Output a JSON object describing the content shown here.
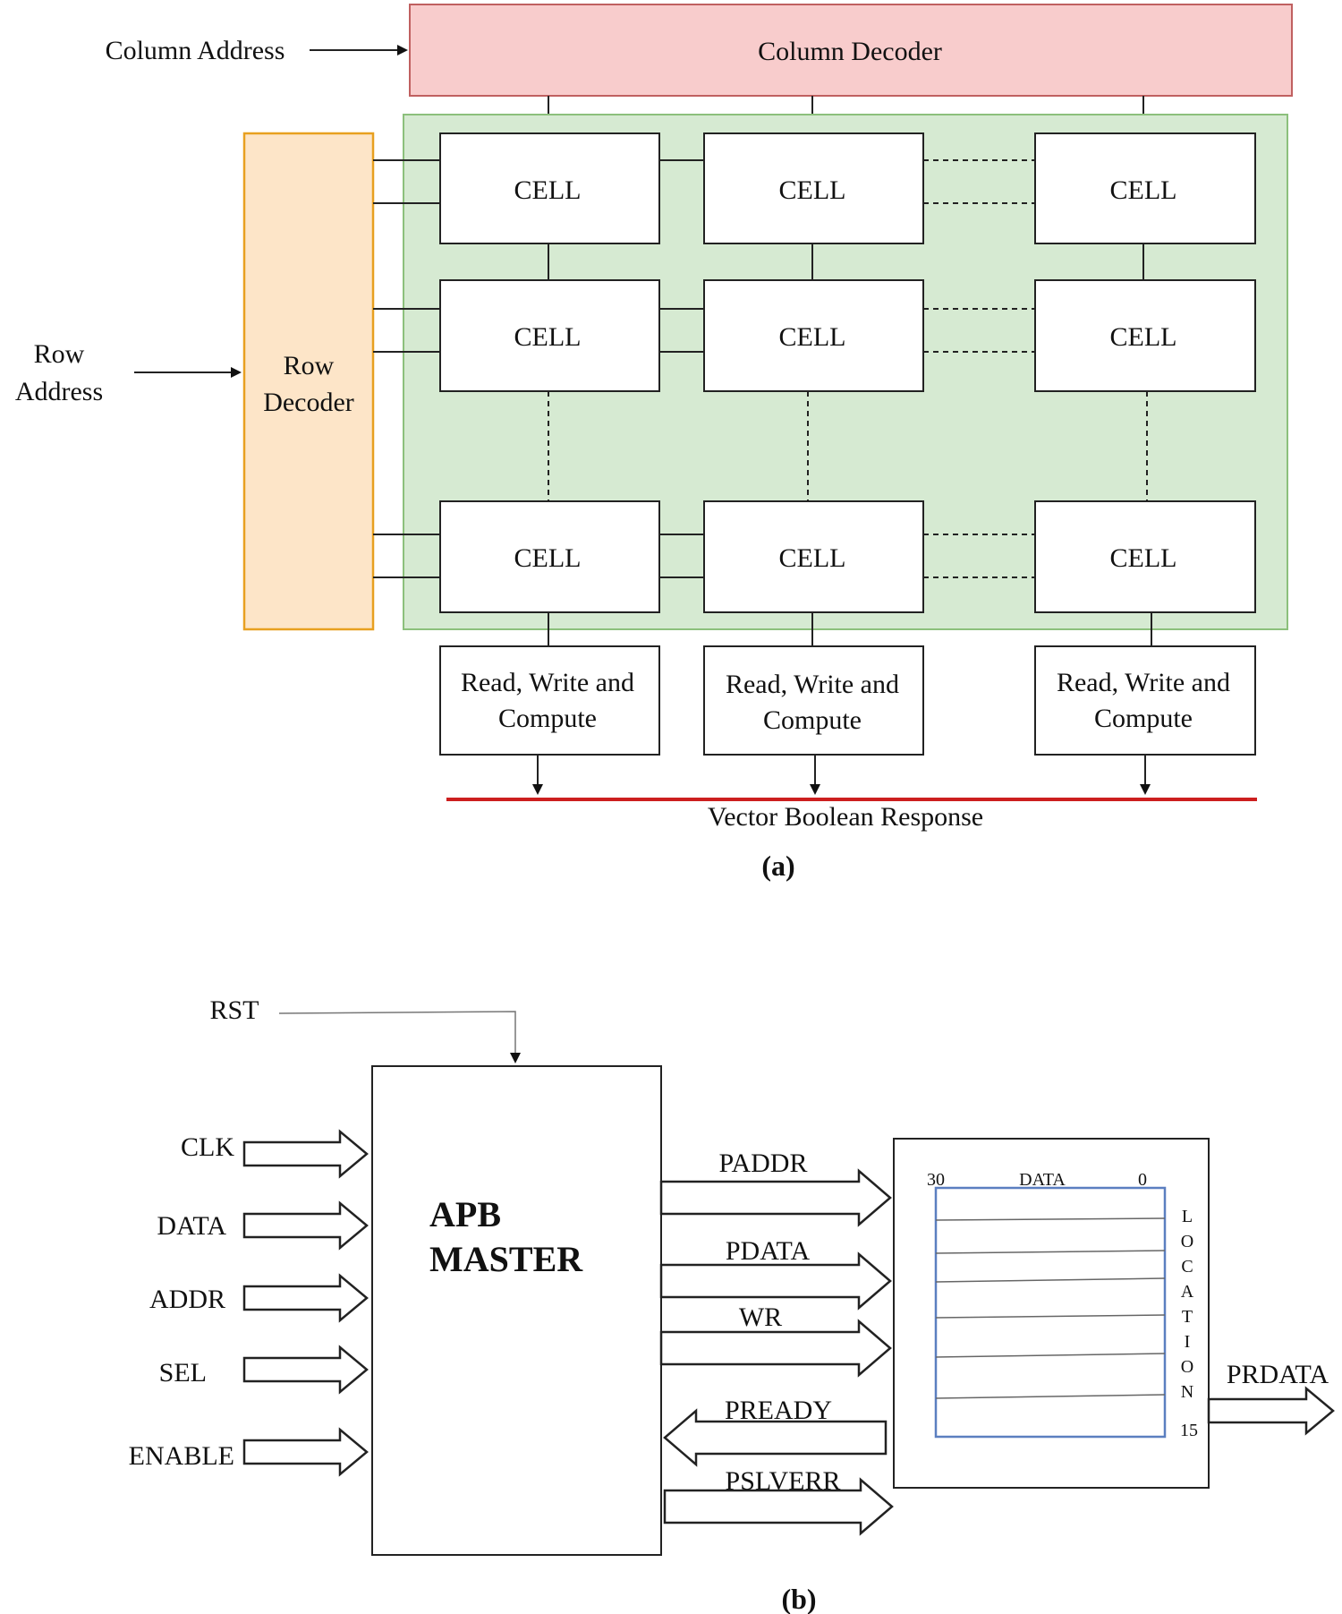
{
  "figure_a": {
    "column_address": "Column Address",
    "column_decoder": "Column Decoder",
    "row_address_line1": "Row",
    "row_address_line2": "Address",
    "row_decoder_line1": "Row",
    "row_decoder_line2": "Decoder",
    "cell_label": "CELL",
    "rwc_line1": "Read, Write and",
    "rwc_line2": "Compute",
    "vector_response": "Vector Boolean Response",
    "caption": "(a)",
    "colors": {
      "column_decoder_fill": "#f8cccc",
      "column_decoder_stroke": "#c06060",
      "row_decoder_fill": "#fde5c8",
      "row_decoder_stroke": "#e8a020",
      "array_fill": "#d6ead2",
      "array_stroke": "#8cc07c",
      "response_line": "#cc1f1f"
    }
  },
  "figure_b": {
    "rst": "RST",
    "inputs": [
      "CLK",
      "DATA",
      "ADDR",
      "SEL",
      "ENABLE"
    ],
    "master_line1": "APB",
    "master_line2": "MASTER",
    "paddr": "PADDR",
    "pdata": "PDATA",
    "wr": "WR",
    "pready": "PREADY",
    "pslverr": "PSLVERR",
    "mem_bit_hi": "30",
    "mem_data": "DATA",
    "mem_bit_lo": "0",
    "location_letters": [
      "L",
      "O",
      "C",
      "A",
      "T",
      "I",
      "O",
      "N"
    ],
    "location_end": "15",
    "prdata": "PRDATA",
    "caption": "(b)",
    "colors": {
      "memory_grid_stroke": "#5b7fc0"
    }
  }
}
